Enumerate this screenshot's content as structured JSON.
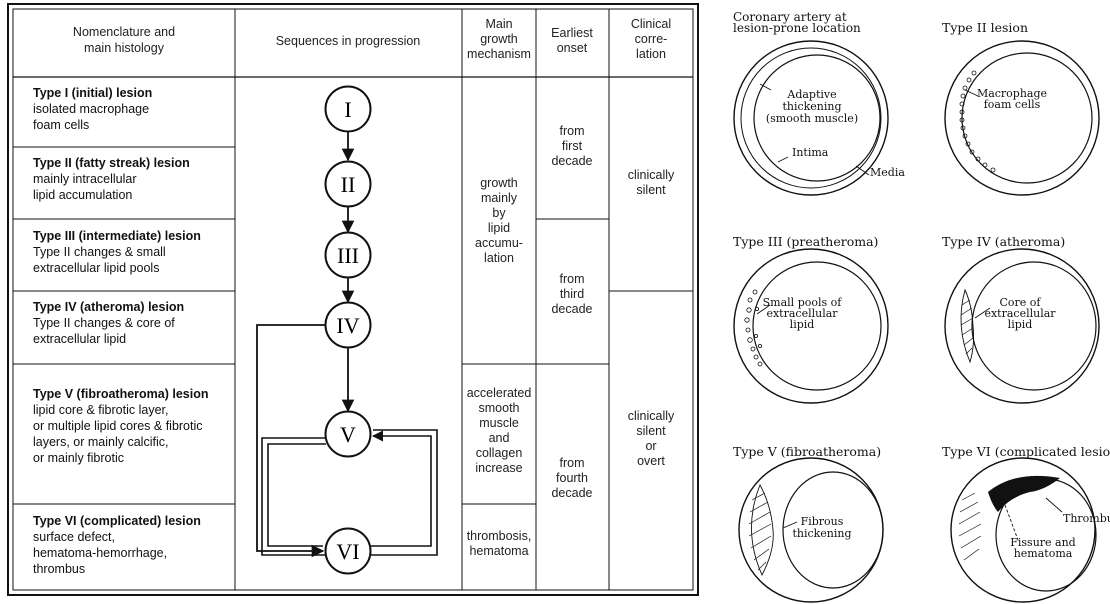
{
  "table": {
    "headers": {
      "nomenclature": [
        "Nomenclature and",
        "main histology"
      ],
      "sequences": [
        "Sequences in progression"
      ],
      "mechanism": [
        "Main",
        "growth",
        "mechanism"
      ],
      "onset": [
        "Earliest",
        "onset"
      ],
      "clinical": [
        "Clinical",
        "corre-",
        "lation"
      ]
    },
    "rows": [
      {
        "title": "Type I (initial) lesion",
        "lines": [
          "isolated macrophage",
          "foam cells"
        ]
      },
      {
        "title": "Type II (fatty streak) lesion",
        "lines": [
          "mainly intracellular",
          "lipid accumulation"
        ]
      },
      {
        "title": "Type III (intermediate) lesion",
        "lines": [
          "Type II changes & small",
          "extracellular lipid pools"
        ]
      },
      {
        "title": "Type IV (atheroma) lesion",
        "lines": [
          "Type II changes & core of",
          "extracellular lipid"
        ]
      },
      {
        "title": "Type V (fibroatheroma) lesion",
        "lines": [
          "lipid core & fibrotic layer,",
          "or multiple lipid cores & fibrotic",
          "layers, or mainly calcific,",
          "or mainly fibrotic"
        ]
      },
      {
        "title": "Type VI (complicated) lesion",
        "lines": [
          "surface defect,",
          "hematoma-hemorrhage,",
          "thrombus"
        ]
      }
    ],
    "nodes": [
      "I",
      "II",
      "III",
      "IV",
      "V",
      "VI"
    ],
    "mechanism": [
      [
        "growth",
        "mainly",
        "by",
        "lipid",
        "accumu-",
        "lation"
      ],
      [
        "accelerated",
        "smooth",
        "muscle",
        "and",
        "collagen",
        "increase"
      ],
      [
        "thrombosis,",
        "hematoma"
      ]
    ],
    "onset": [
      [
        "from",
        "first",
        "decade"
      ],
      [
        "from",
        "third",
        "decade"
      ],
      [
        "from",
        "fourth",
        "decade"
      ]
    ],
    "clinical": [
      [
        "clinically",
        "silent"
      ],
      [
        "clinically",
        "silent",
        "or",
        "overt"
      ]
    ]
  },
  "panels": [
    {
      "title": [
        "Coronary artery at",
        "lesion-prone location"
      ],
      "labels": [
        [
          "Adaptive",
          "thickening",
          "(smooth muscle)"
        ],
        [
          "Intima"
        ],
        [
          "Media"
        ]
      ]
    },
    {
      "title": [
        "Type II lesion"
      ],
      "labels": [
        [
          "Macrophage",
          "foam cells"
        ]
      ]
    },
    {
      "title": [
        "Type III (preatheroma)"
      ],
      "labels": [
        [
          "Small pools of",
          "extracellular",
          "lipid"
        ]
      ]
    },
    {
      "title": [
        "Type IV (atheroma)"
      ],
      "labels": [
        [
          "Core of",
          "extracellular",
          "lipid"
        ]
      ]
    },
    {
      "title": [
        "Type V (fibroatheroma)"
      ],
      "labels": [
        [
          "Fibrous",
          "thickening"
        ]
      ]
    },
    {
      "title": [
        "Type VI (complicated lesion)"
      ],
      "labels": [
        [
          "Thrombus"
        ],
        [
          "Fissure and",
          "hematoma"
        ]
      ]
    }
  ]
}
